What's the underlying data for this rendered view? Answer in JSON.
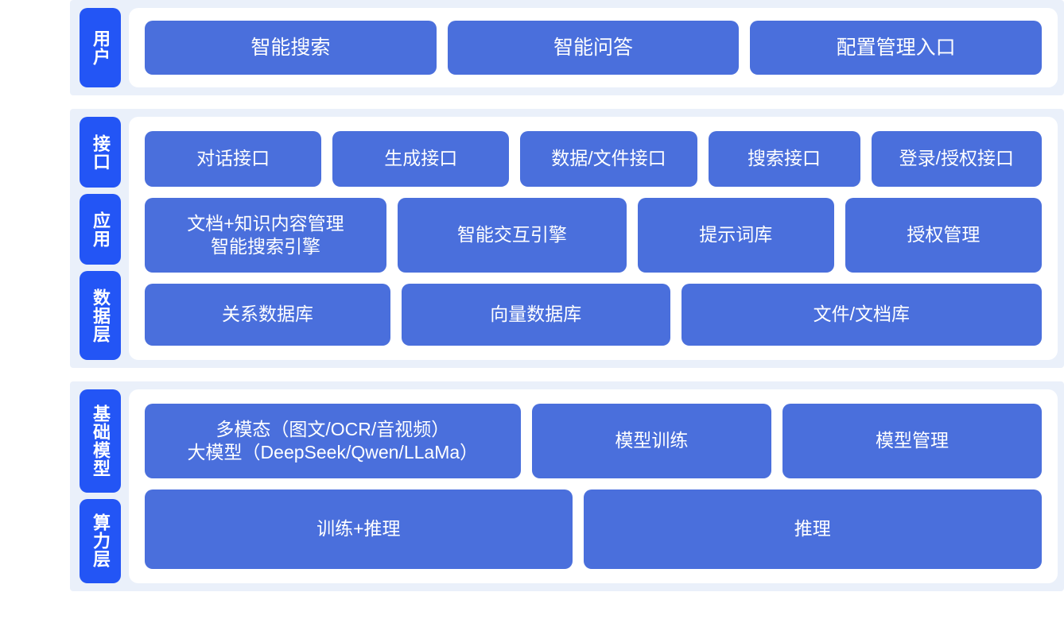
{
  "meta": {
    "accent_strong": "#2355f5",
    "accent_box": "#4a6fdc",
    "band_bg": "#eaf0fa",
    "card_bg": "#ffffff",
    "page_bg": "#ffffff"
  },
  "sections": [
    {
      "id": "user",
      "labels": [
        "用户"
      ],
      "rows": [
        {
          "id": "user-entries",
          "boxes": [
            {
              "label": "智能搜索"
            },
            {
              "label": "智能问答"
            },
            {
              "label": "配置管理入口"
            }
          ]
        }
      ]
    },
    {
      "id": "platform",
      "labels": [
        "接口",
        "应用",
        "数据层"
      ],
      "rows": [
        {
          "id": "interfaces",
          "boxes": [
            {
              "label": "对话接口"
            },
            {
              "label": "生成接口"
            },
            {
              "label": "数据/文件接口"
            },
            {
              "label": "搜索接口"
            },
            {
              "label": "登录/授权接口"
            }
          ]
        },
        {
          "id": "apps",
          "boxes": [
            {
              "label": "文档+知识内容管理\n智能搜索引擎"
            },
            {
              "label": "智能交互引擎"
            },
            {
              "label": "提示词库"
            },
            {
              "label": "授权管理"
            }
          ]
        },
        {
          "id": "data",
          "boxes": [
            {
              "label": "关系数据库"
            },
            {
              "label": "向量数据库"
            },
            {
              "label": "文件/文档库"
            }
          ]
        }
      ]
    },
    {
      "id": "infra",
      "labels": [
        "基础模型",
        "算力层"
      ],
      "rows": [
        {
          "id": "models",
          "boxes": [
            {
              "label": "多模态（图文/OCR/音视频）\n大模型（DeepSeek/Qwen/LLaMa）"
            },
            {
              "label": "模型训练"
            },
            {
              "label": "模型管理"
            }
          ]
        },
        {
          "id": "compute",
          "boxes": [
            {
              "label": "训练+推理"
            },
            {
              "label": "推理"
            }
          ]
        }
      ]
    }
  ]
}
